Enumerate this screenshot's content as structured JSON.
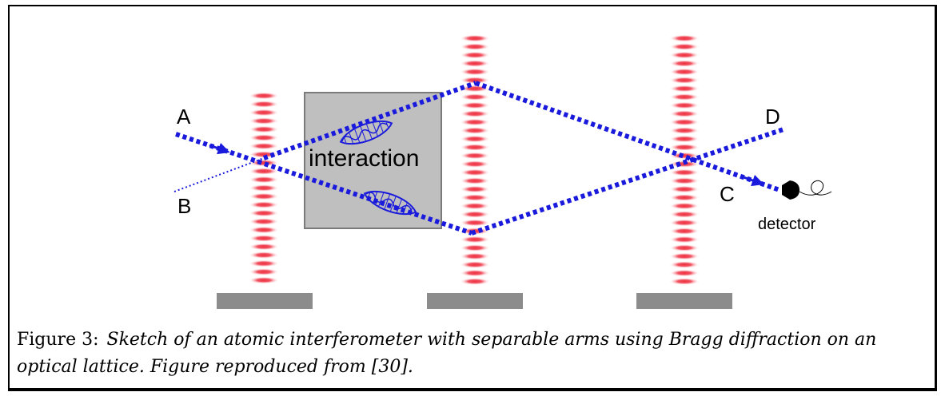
{
  "diagram": {
    "labels": {
      "A": "A",
      "B": "B",
      "C": "C",
      "D": "D",
      "interaction": "interaction",
      "detector": "detector"
    },
    "colors": {
      "beam": "#1a1adc",
      "lattice": "#ee2f3f",
      "mirror": "#8c8c8c",
      "interaction_box": "#bfbfbf",
      "detector": "#000000"
    }
  },
  "caption": {
    "number": "Figure 3:",
    "text": "Sketch of an atomic interferometer with separable arms using Bragg diffraction on an optical lattice. Figure reproduced from [30]."
  }
}
